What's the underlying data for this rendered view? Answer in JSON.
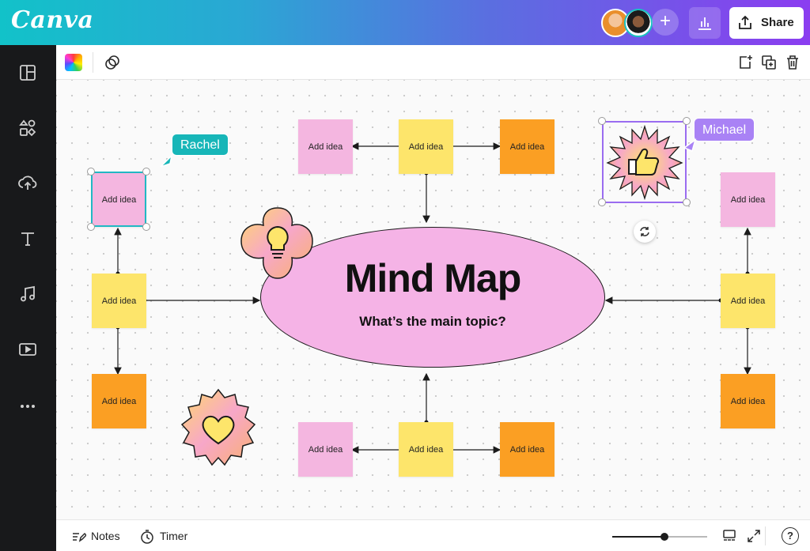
{
  "app": {
    "logo": "Canva",
    "share_label": "Share"
  },
  "header": {
    "collaborators": [
      "collaborator-avatar-1",
      "collaborator-avatar-2"
    ],
    "add_collaborator_symbol": "+"
  },
  "sidebar": {
    "icons": [
      "layout-icon",
      "elements-icon",
      "upload-icon",
      "text-icon",
      "music-icon",
      "video-icon",
      "more-icon"
    ]
  },
  "canvas": {
    "center": {
      "title": "Mind Map",
      "subtitle": "What’s the main topic?"
    },
    "notes": {
      "top_left": "Add idea",
      "top_center": "Add idea",
      "top_right": "Add idea",
      "left_top": "Add idea",
      "left_mid": "Add idea",
      "left_bottom": "Add idea",
      "right_top": "Add idea",
      "right_mid": "Add idea",
      "right_bottom": "Add idea",
      "bottom_left": "Add idea",
      "bottom_center": "Add idea",
      "bottom_right": "Add idea"
    },
    "cursors": {
      "rachel": "Rachel",
      "michael": "Michael"
    }
  },
  "bottombar": {
    "notes_label": "Notes",
    "timer_label": "Timer",
    "zoom_level": 0.55,
    "help_symbol": "?"
  },
  "colors": {
    "note_pink": "#f4b6e0",
    "note_yellow": "#fde56b",
    "note_orange": "#fb9f23",
    "ellipse_fill": "#f5b3e6",
    "rachel": "#17b6b8",
    "michael": "#a982f5"
  }
}
